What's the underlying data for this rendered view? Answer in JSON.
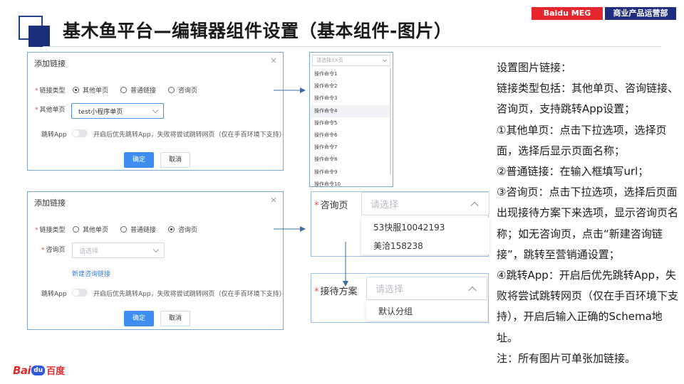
{
  "header": {
    "title": "基木鱼平台—编辑器组件设置（基本组件-图片）",
    "brand_badge": "Baidu MEG",
    "dept_badge": "商业产品运营部"
  },
  "colors": {
    "brand_red": "#e5262c",
    "brand_navy": "#1e2d7d",
    "primary_blue": "#3d8ef0",
    "required_red": "#e24a4a"
  },
  "dialog1": {
    "title": "添加链接",
    "close": "×",
    "link_type_label": "链接类型",
    "radio_other": "其他单页",
    "radio_normal": "普通链接",
    "radio_consult": "咨询页",
    "selected": "其他单页",
    "other_page_label": "其他单页",
    "other_page_value": "test小程序单页",
    "jump_label": "跳转App",
    "jump_hint": "开启后优先跳转App，失败将尝试跳转网页（仅在手百环境下支持）",
    "ok": "确定",
    "cancel": "取消"
  },
  "dropdown": {
    "search_placeholder": "请选择XX页",
    "items": [
      "操作命令1",
      "操作命令2",
      "操作命令3",
      "操作命令4",
      "操作命令5",
      "操作命令6",
      "操作命令7",
      "操作命令8",
      "操作命令9",
      "操作命令10"
    ],
    "highlighted": "操作命令4"
  },
  "dialog2": {
    "title": "添加链接",
    "close": "×",
    "link_type_label": "链接类型",
    "radio_other": "其他单页",
    "radio_normal": "普通链接",
    "radio_consult": "咨询页",
    "selected": "咨询页",
    "consult_label": "咨询页",
    "consult_placeholder": "请选择",
    "new_consult_link": "新建咨询链接",
    "jump_label": "跳转App",
    "jump_hint": "开启后优先跳转App，失败将尝试跳转网页（仅在手百环境下支持）",
    "ok": "确定",
    "cancel": "取消"
  },
  "zoom_consult": {
    "label": "咨询页",
    "placeholder": "请选择",
    "options": [
      "53快服10042193",
      "美洽158238"
    ]
  },
  "zoom_plan": {
    "label": "接待方案",
    "placeholder": "请选择",
    "options": [
      "默认分组"
    ]
  },
  "explanation": [
    "设置图片链接：",
    "链接类型包括：其他单页、咨询链接、咨询页，支持跳转App设置；",
    "①其他单页：点击下拉选项，选择页面，选择后显示页面名称；",
    "②普通链接：在输入框填写url；",
    "③咨询页：点击下拉选项，选择后页面出现接待方案下来选项，显示咨询页名称；如无咨询页，点击“新建咨询链接”，跳转至营销通设置；",
    "④跳转App：开启后优先跳转App，失败将尝试跳转网页（仅在手百环境下支持），开启后输入正确的Schema地址。",
    "注：所有图片可单张加链接。"
  ],
  "footer": {
    "logo_bai": "Bai",
    "logo_du": "du",
    "logo_cn": "百度"
  }
}
